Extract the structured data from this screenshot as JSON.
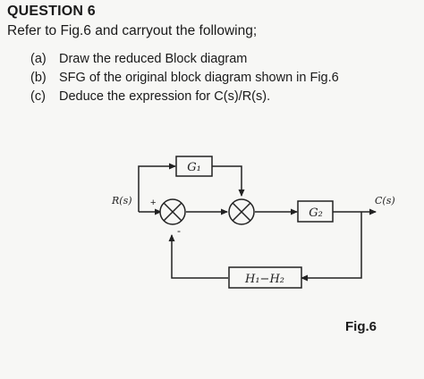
{
  "question": {
    "title": "QUESTION 6",
    "intro": "Refer to Fig.6 and carryout the following;",
    "items": [
      {
        "label": "(a)",
        "text": "Draw the reduced Block diagram"
      },
      {
        "label": "(b)",
        "text": "SFG of the original block diagram shown in Fig.6"
      },
      {
        "label": "(c)",
        "text": "Deduce the expression for C(s)/R(s)."
      }
    ]
  },
  "figure": {
    "caption": "Fig.6",
    "input_label": "R(s)",
    "output_label": "C(s)",
    "plus_sign": "+",
    "minus_sign": "-",
    "blocks": {
      "g1": "G₁",
      "g2": "G₂",
      "feedback": "H₁−H₂"
    }
  }
}
